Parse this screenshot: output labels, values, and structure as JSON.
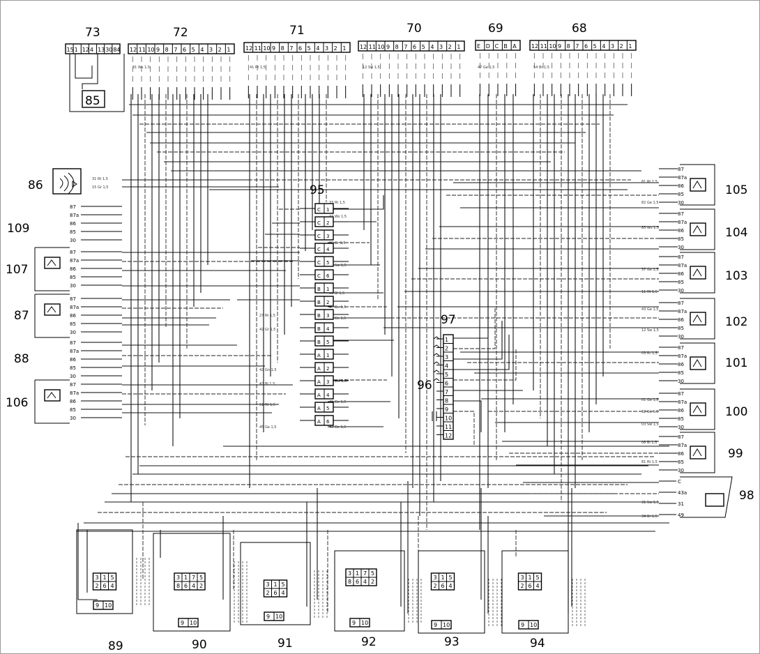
{
  "component_labels": [
    "73",
    "72",
    "71",
    "70",
    "69",
    "68",
    "86",
    "109",
    "107",
    "87",
    "88",
    "106",
    "95",
    "97",
    "96",
    "105",
    "104",
    "103",
    "102",
    "101",
    "100",
    "99",
    "98",
    "89",
    "90",
    "91",
    "92",
    "93",
    "94"
  ],
  "connector_73": {
    "pins": [
      "15",
      "1",
      "12",
      "4",
      "13",
      "30",
      "84"
    ],
    "sub": "85"
  },
  "connector_72": {
    "pins": [
      "12",
      "11",
      "10",
      "9",
      "8",
      "7",
      "6",
      "5",
      "4",
      "3",
      "2",
      "1"
    ]
  },
  "connector_71": {
    "pins": [
      "12",
      "11",
      "10",
      "9",
      "8",
      "7",
      "6",
      "5",
      "4",
      "3",
      "2",
      "1"
    ]
  },
  "connector_70": {
    "pins": [
      "12",
      "11",
      "10",
      "9",
      "8",
      "7",
      "6",
      "5",
      "4",
      "3",
      "2",
      "1"
    ]
  },
  "connector_69": {
    "pins": [
      "E",
      "D",
      "C",
      "B",
      "A"
    ]
  },
  "connector_68": {
    "pins": [
      "12",
      "11",
      "10",
      "9",
      "8",
      "7",
      "6",
      "5",
      "4",
      "3",
      "2",
      "1"
    ]
  },
  "fuse_block_95": {
    "rows": [
      "C 1",
      "C 2",
      "C 3",
      "C 4",
      "C 5",
      "C 6",
      "B 1",
      "B 2",
      "B 3",
      "B 4",
      "B 5",
      "A 1",
      "A 2",
      "A 3",
      "A 4",
      "A 5",
      "A 6"
    ]
  },
  "connector_96": {
    "pins": [
      "1",
      "2",
      "3",
      "4",
      "5",
      "6",
      "7",
      "8",
      "9",
      "10",
      "11",
      "12"
    ]
  },
  "relay_pins": [
    "87",
    "87a",
    "86",
    "85",
    "30"
  ],
  "relay_98_pins": [
    "C",
    "43a",
    "31",
    "49"
  ],
  "module_pins": [
    "3",
    "1",
    "5",
    "2",
    "6",
    "4",
    "9",
    "10"
  ],
  "module_pins_alt": [
    "3",
    "1",
    "7",
    "5",
    "8",
    "6",
    "4",
    "2",
    "9",
    "10"
  ]
}
